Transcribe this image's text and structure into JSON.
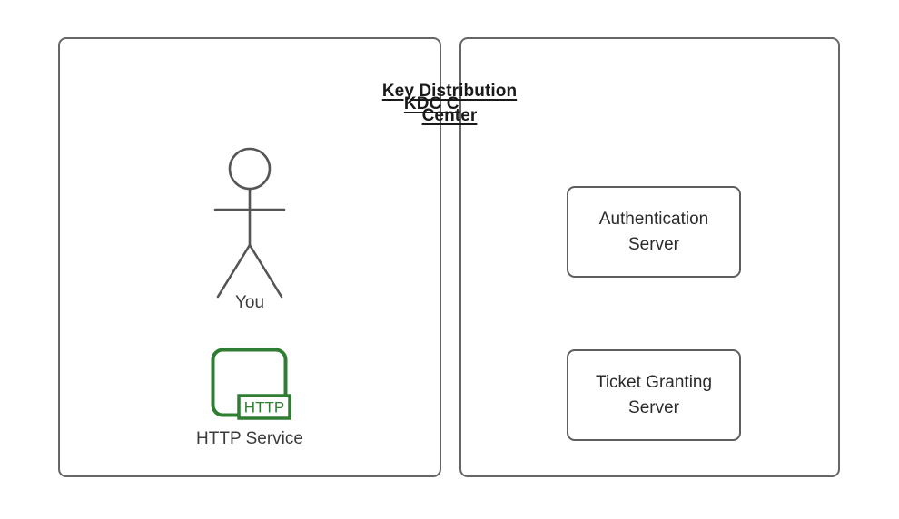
{
  "diagram": {
    "title_kdc_client": "KDC Client",
    "title_kdc_line1": "Key Distribution",
    "title_kdc_line2": "Center",
    "colors": {
      "panel_border": "#666666",
      "box_border": "#5e5e5e",
      "figure_stroke": "#555555",
      "http_green": "#2f7d32",
      "text_dark": "#2b2b2b",
      "background": "#ffffff"
    },
    "client_panel": {
      "actor": {
        "name": "You",
        "icon": "stick-figure-icon"
      },
      "service": {
        "name": "HTTP Service",
        "badge_text": "HTTP",
        "icon": "http-service-icon"
      }
    },
    "kdc_panel": {
      "servers": [
        {
          "line1": "Authentication",
          "line2": "Server"
        },
        {
          "line1": "Ticket Granting",
          "line2": "Server"
        }
      ]
    }
  }
}
